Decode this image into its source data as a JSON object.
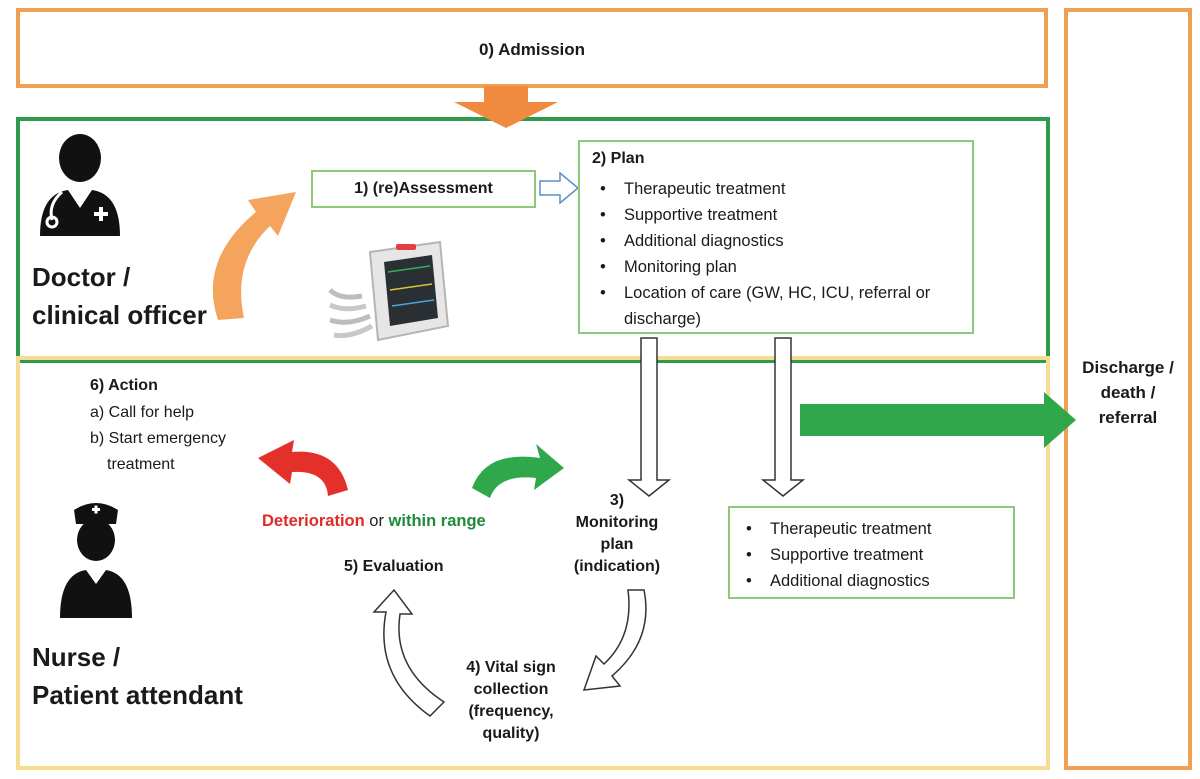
{
  "admission": {
    "label": "0) Admission"
  },
  "discharge": {
    "label": "Discharge /\ndeath /\nreferral"
  },
  "roles": {
    "doctor": "Doctor /\nclinical officer",
    "nurse": "Nurse /\nPatient attendant"
  },
  "assessment": {
    "label": "1) (re)Assessment"
  },
  "plan": {
    "title": "2) Plan",
    "items": [
      "Therapeutic treatment",
      "Supportive treatment",
      "Additional diagnostics",
      "Monitoring plan",
      "Location of care (GW, HC, ICU, referral or discharge)"
    ]
  },
  "treatment": {
    "items": [
      "Therapeutic treatment",
      "Supportive treatment",
      "Additional diagnostics"
    ]
  },
  "action": {
    "title": "6) Action",
    "items": [
      "a) Call for help",
      "b) Start emergency treatment"
    ]
  },
  "evaluation": {
    "deterioration": "Deterioration",
    "or": "or",
    "within_range": "within range",
    "label": "5) Evaluation"
  },
  "monitoring": {
    "label": "3)\nMonitoring\nplan\n(indication)"
  },
  "vital": {
    "label": "4) Vital sign\ncollection\n(frequency,\nquality)"
  },
  "icons": {
    "doctor": "doctor-icon",
    "nurse": "nurse-icon",
    "monitor": "patient-monitor-icon"
  },
  "colors": {
    "orange": "#f0a052",
    "green": "#2e9b4c",
    "yellow": "#f6dc93",
    "red": "#e02a28",
    "box_border": "#8cca77"
  }
}
